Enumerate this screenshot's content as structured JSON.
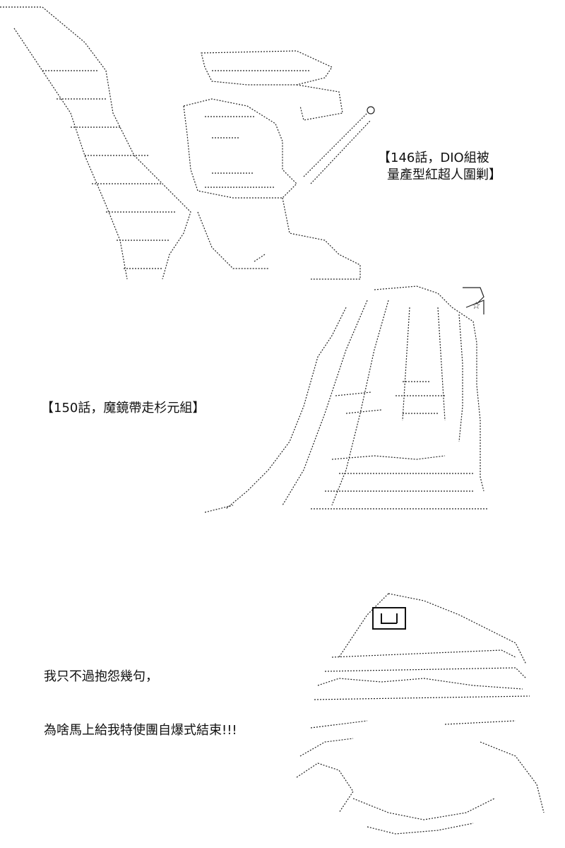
{
  "captions": {
    "scene1_line1": "【146話，DIO組被",
    "scene1_line2": "量產型紅超人圍剿】",
    "scene2": "【150話，魔鏡帶走杉元組】",
    "scene3_line1": "我只不過抱怨幾句，",
    "scene3_line2": "為啥馬上給我特使團自爆式結束!!!"
  },
  "colors": {
    "ink": "#111111",
    "background": "#ffffff"
  }
}
